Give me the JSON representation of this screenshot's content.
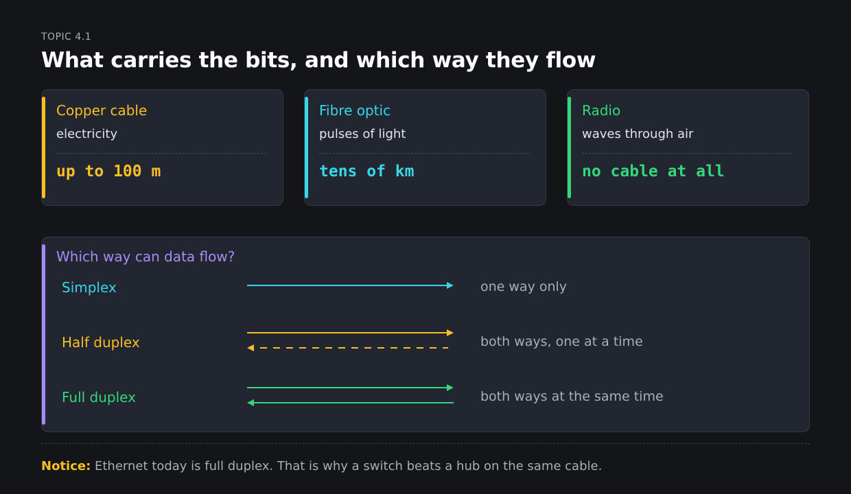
{
  "header": {
    "topic": "TOPIC 4.1",
    "title": "What carries the bits, and which way they flow"
  },
  "media": [
    {
      "name": "Copper cable",
      "description": "electricity",
      "range": "up to 100 m",
      "color": "#fbbf24"
    },
    {
      "name": "Fibre optic",
      "description": "pulses of light",
      "range": "tens of km",
      "color": "#38d6e8"
    },
    {
      "name": "Radio",
      "description": "waves through air",
      "range": "no cable at all",
      "color": "#34d77a"
    }
  ],
  "flow": {
    "title": "Which way can data flow?",
    "modes": [
      {
        "label": "Simplex",
        "description": "one way only",
        "color": "#38d6e8",
        "arrows": [
          "forward"
        ]
      },
      {
        "label": "Half duplex",
        "description": "both ways, one at a time",
        "color": "#fbbf24",
        "arrows": [
          "forward",
          "back-dashed"
        ]
      },
      {
        "label": "Full duplex",
        "description": "both ways at the same time",
        "color": "#34d77a",
        "arrows": [
          "forward",
          "back"
        ]
      }
    ]
  },
  "notice": {
    "lead": "Notice:",
    "text": " Ethernet today is full duplex. That is why a switch beats a hub on the same cable."
  },
  "colors": {
    "background": "#131519",
    "panel": "#222630",
    "flow_accent": "#a78bfa",
    "notice_accent": "#fbbf24"
  }
}
